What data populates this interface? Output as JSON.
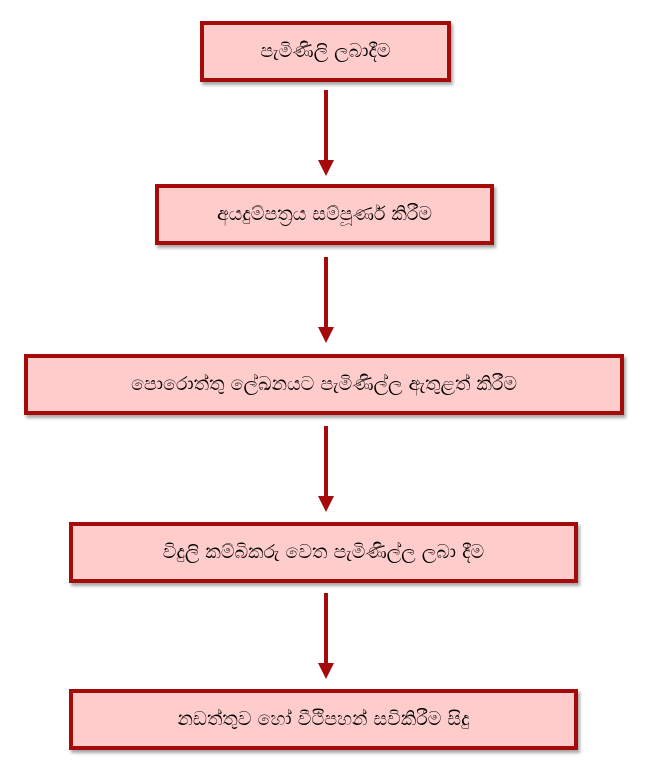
{
  "flowchart": {
    "steps": [
      {
        "label": "පැමිණිලි ලබාදීම"
      },
      {
        "label": "අයදුම්පත්‍රය සම්පූර්ණ කිරීම"
      },
      {
        "label": "පොරොත්තු ලේඛනයට පැමිණිල්ල ඇතුළත් කිරීම"
      },
      {
        "label": "විදුලි කම්බිකරු වෙත පැමිණිල්ල ලබා දීම"
      },
      {
        "label": "නඩත්තුව හෝ වීථිපහන් සවිකිරීම සිදු"
      }
    ]
  },
  "colors": {
    "box_fill": "#ffcccc",
    "box_border": "#a50b0b",
    "arrow": "#a50b0b",
    "text": "#000000"
  }
}
